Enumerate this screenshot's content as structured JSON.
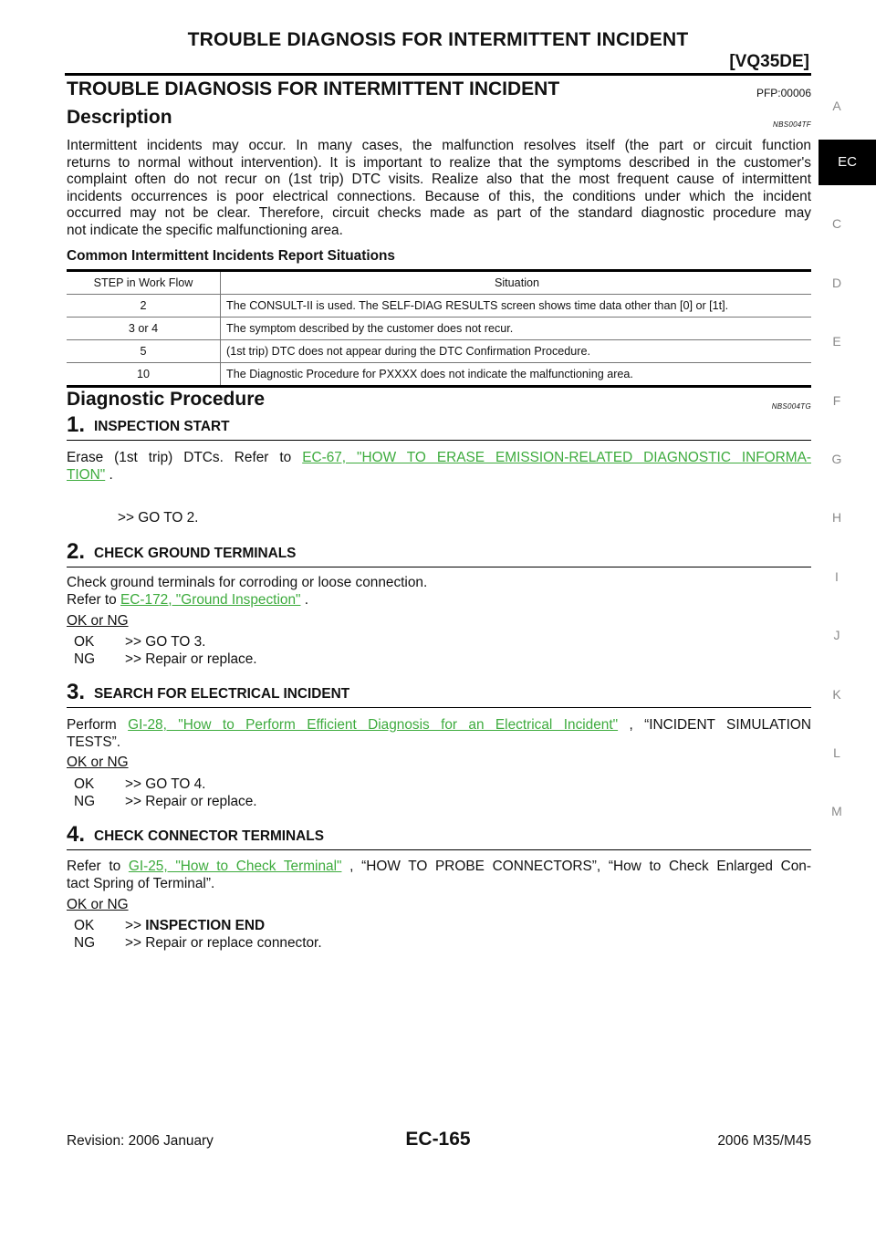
{
  "header": {
    "title": "TROUBLE DIAGNOSIS FOR INTERMITTENT INCIDENT",
    "engine": "[VQ35DE]"
  },
  "section": {
    "title": "TROUBLE DIAGNOSIS FOR INTERMITTENT INCIDENT",
    "pfp": "PFP:00006"
  },
  "description": {
    "heading": "Description",
    "code": "NBS004TF",
    "lines": [
      "Intermittent incidents may occur. In many cases, the malfunction resolves itself (the part or circuit function",
      "returns to normal without intervention). It is important to realize that the symptoms described in the customer's",
      "complaint often do not recur on (1st trip) DTC visits. Realize also that the most frequent cause of intermittent",
      "incidents occurrences is poor electrical connections. Because of this, the conditions under which the incident",
      "occurred may not be clear. Therefore, circuit checks made as part of the standard diagnostic procedure may",
      "not indicate the specific malfunctioning area."
    ]
  },
  "report_table": {
    "heading": "Common Intermittent Incidents Report Situations",
    "columns": [
      "STEP in Work Flow",
      "Situation"
    ],
    "rows": [
      [
        "2",
        "The CONSULT-II is used. The SELF-DIAG RESULTS screen shows time data other than [0] or [1t]."
      ],
      [
        "3 or 4",
        "The symptom described by the customer does not recur."
      ],
      [
        "5",
        "(1st trip) DTC does not appear during the DTC Confirmation Procedure."
      ],
      [
        "10",
        "The Diagnostic Procedure for PXXXX does not indicate the malfunctioning area."
      ]
    ]
  },
  "procedure": {
    "heading": "Diagnostic Procedure",
    "code": "NBS004TG",
    "steps": [
      {
        "num": "1.",
        "title": "INSPECTION START",
        "text_pre": "Erase (1st trip) DTCs. Refer to ",
        "link_line1": "EC-67, \"HOW TO ERASE EMISSION-RELATED DIAGNOSTIC INFORMA-",
        "link_line2": "TION\"",
        "text_post": " .",
        "goto": ">> GO TO 2."
      },
      {
        "num": "2.",
        "title": "CHECK GROUND TERMINALS",
        "line1": "Check ground terminals for corroding or loose connection.",
        "line2_pre": "Refer to ",
        "link": "EC-172, \"Ground Inspection\"",
        "line2_post": " .",
        "okng": "OK or NG",
        "ok_label": "OK",
        "ok_text": ">> GO TO 3.",
        "ng_label": "NG",
        "ng_text": ">> Repair or replace."
      },
      {
        "num": "3.",
        "title": "SEARCH FOR ELECTRICAL INCIDENT",
        "text_pre": "Perform ",
        "link": "GI-28, \"How to Perform Efficient Diagnosis for an Electrical Incident\"",
        "text_post": " , “INCIDENT SIMULATION",
        "line2": "TESTS”.",
        "okng": "OK or NG",
        "ok_label": "OK",
        "ok_text": ">> GO TO 4.",
        "ng_label": "NG",
        "ng_text": ">> Repair or replace."
      },
      {
        "num": "4.",
        "title": "CHECK CONNECTOR TERMINALS",
        "text_pre": "Refer to ",
        "link": "GI-25, \"How to Check Terminal\"",
        "text_post": " , “HOW TO PROBE CONNECTORS”, “How to Check Enlarged Con-",
        "line2": "tact Spring of Terminal”.",
        "okng": "OK or NG",
        "ok_label": "OK",
        "ok_prefix": ">> ",
        "ok_text": "INSPECTION END",
        "ng_label": "NG",
        "ng_text": ">> Repair or replace connector."
      }
    ]
  },
  "side_tabs": {
    "active": "EC",
    "letters": [
      "A",
      "C",
      "D",
      "E",
      "F",
      "G",
      "H",
      "I",
      "J",
      "K",
      "L",
      "M"
    ]
  },
  "footer": {
    "revision": "Revision: 2006 January",
    "page": "EC-165",
    "model": "2006 M35/M45"
  }
}
